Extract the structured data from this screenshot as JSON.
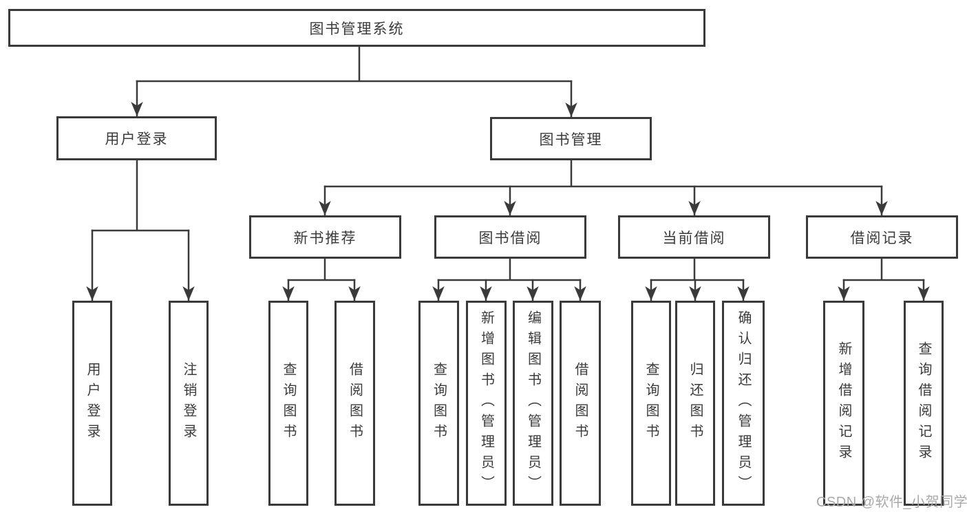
{
  "diagram": {
    "nodes": {
      "root": "图书管理系统",
      "user_login": "用户登录",
      "book_mgmt": "图书管理",
      "new_book": "新书推荐",
      "book_borrow": "图书借阅",
      "current_borrow": "当前借阅",
      "borrow_records": "借阅记录",
      "leaf_user_login": "用户登录",
      "leaf_logout": "注销登录",
      "leaf_nb_query": "查询图书",
      "leaf_nb_borrow": "借阅图书",
      "leaf_bb_query": "查询图书",
      "leaf_bb_add": "新增图书（管理员）",
      "leaf_bb_edit": "编辑图书（管理员）",
      "leaf_bb_borrow": "借阅图书",
      "leaf_cb_query": "查询图书",
      "leaf_cb_return": "归还图书",
      "leaf_cb_confirm": "确认归还（管理员）",
      "leaf_br_add": "新增借阅记录",
      "leaf_br_query": "查询借阅记录"
    }
  },
  "watermark": "CSDN @软件_小贺同学",
  "colors": {
    "line": "#3a3a3a",
    "box_border": "#3a3a3a",
    "text": "#3b3b3b",
    "watermark": "#a9a9a9",
    "background": "#ffffff"
  }
}
